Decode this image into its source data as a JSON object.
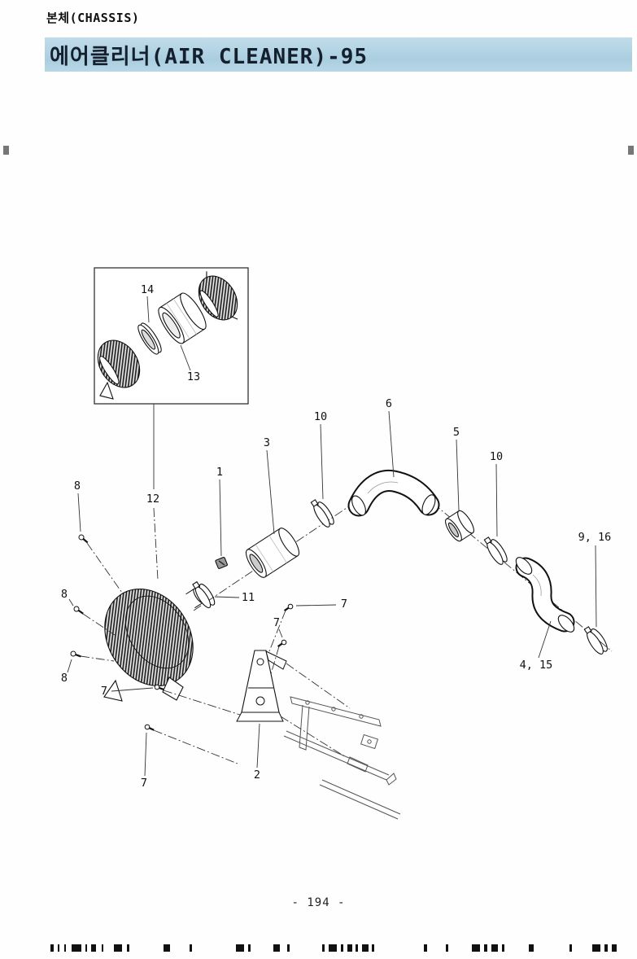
{
  "page": {
    "header": "본체(CHASSIS)",
    "title": "에어클리너(AIR CLEANER)-95",
    "page_number": "- 194 -"
  },
  "colors": {
    "banner_bg": "#aacee0",
    "banner_text": "#15202e",
    "line": "#333333"
  },
  "diagram": {
    "type": "exploded-parts-diagram",
    "subject": "air-cleaner-assembly",
    "callouts": [
      "14",
      "13",
      "12",
      "1",
      "3",
      "10",
      "6",
      "5",
      "10",
      "9, 16",
      "4, 15",
      "11",
      "2",
      "8",
      "8",
      "8",
      "7",
      "7",
      "7",
      "7"
    ]
  }
}
